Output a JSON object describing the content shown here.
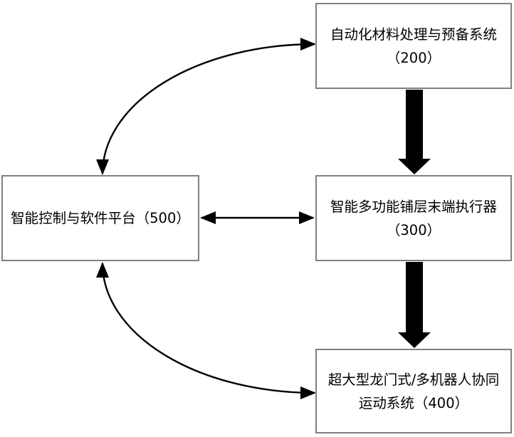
{
  "diagram": {
    "colors": {
      "background": "#ffffff",
      "box_border": "#808080",
      "box_fill": "#ffffff",
      "text": "#000000",
      "arrow": "#000000"
    },
    "nodes": [
      {
        "id": "200",
        "line1": "自动化材料处理与预备系统",
        "line2": "（200）"
      },
      {
        "id": "300",
        "line1": "智能多功能铺层末端执行器",
        "line2": "（300）"
      },
      {
        "id": "500",
        "line1": "智能控制与软件平台（500）",
        "line2": ""
      },
      {
        "id": "400",
        "line1": "超大型龙门式/多机器人协同",
        "line2": "运动系统（400）"
      }
    ],
    "edges": [
      {
        "from": "500",
        "to": "200",
        "type": "curved-double-headed-arrow"
      },
      {
        "from": "200",
        "to": "300",
        "type": "thick-block-arrow-down"
      },
      {
        "from": "500",
        "to": "300",
        "type": "straight-double-headed-arrow"
      },
      {
        "from": "300",
        "to": "400",
        "type": "thick-block-arrow-down"
      },
      {
        "from": "500",
        "to": "400",
        "type": "curved-double-headed-arrow"
      }
    ]
  }
}
